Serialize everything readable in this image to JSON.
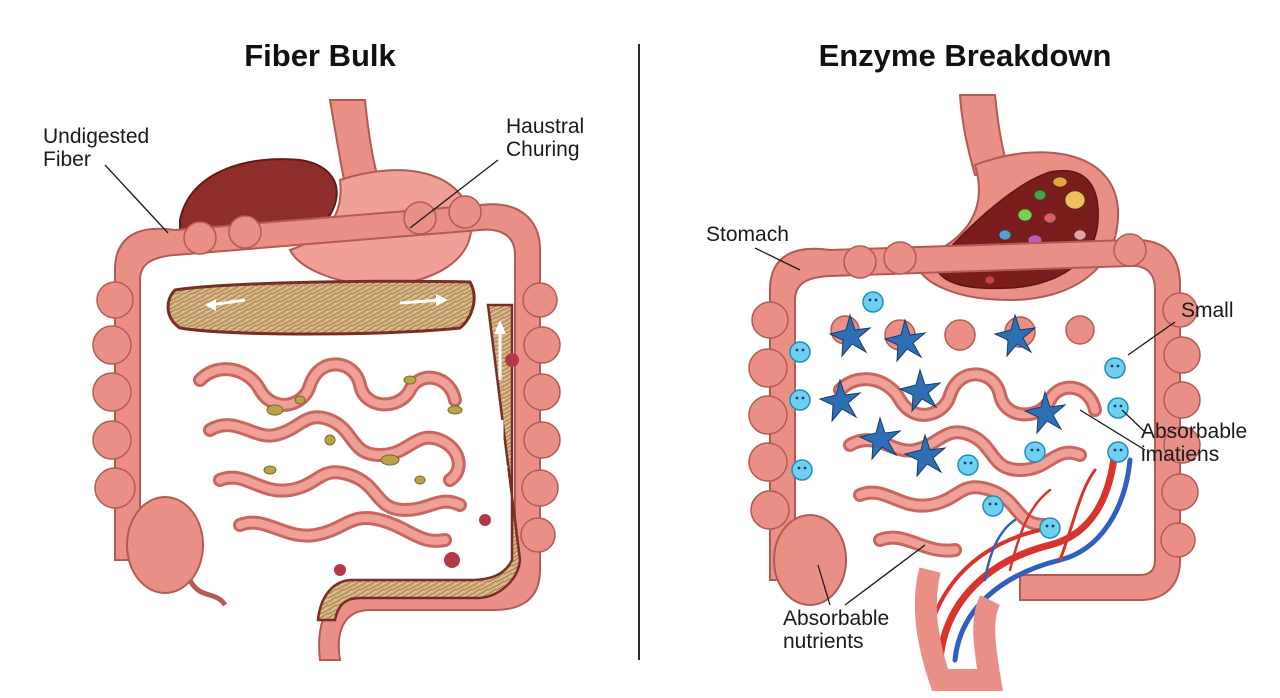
{
  "left_panel": {
    "title": "Fiber Bulk",
    "labels": {
      "undigested_fiber": "Undigested\nFiber",
      "haustral_churing": "Haustral\nChuring"
    }
  },
  "right_panel": {
    "title": "Enzyme Breakdown",
    "labels": {
      "stomach": "Stomach",
      "small": "Small",
      "absorbable_imatiens": "Absorbable\nimatiens",
      "absorbable_nutrients": "Absorbable\nnutrients"
    }
  },
  "colors": {
    "tissue": "#e98f86",
    "tissue_dark": "#c8675f",
    "liver": "#8f2d2a",
    "fiber": "#d9b98a",
    "enzyme": "#2f6fb5",
    "nutrient": "#6fd0f0",
    "artery": "#d8332c",
    "vein": "#2f5fbf"
  }
}
